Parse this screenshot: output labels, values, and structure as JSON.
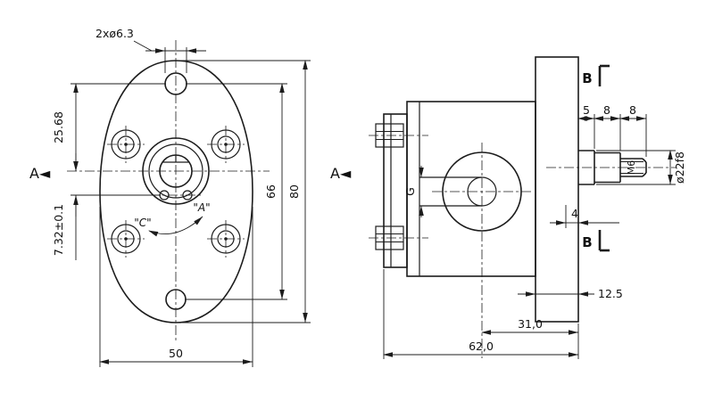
{
  "colors": {
    "background": "#ffffff",
    "line": "#1c1c1c"
  },
  "front_view": {
    "view_label": "A◄",
    "hole_callout": "2xø6.3",
    "dims": {
      "hole_to_shaft": "25.68",
      "shaft_offset": "7.32±0.1",
      "hole_spacing": "66",
      "total_height": "80",
      "width": "50"
    },
    "rotation_labels": {
      "a": "\"A\"",
      "c": "\"C\""
    }
  },
  "side_view": {
    "view_label": "A◄",
    "section_label": "B",
    "dims": {
      "shaft_step_1": "5",
      "shaft_step_2": "8",
      "shaft_step_3": "8",
      "thread": "M6",
      "shaft_diameter": "ø22f8",
      "port": "G",
      "spigot": "4",
      "flange_thickness": "12.5",
      "center_to_face": "31,0",
      "total_length": "62,0"
    }
  }
}
